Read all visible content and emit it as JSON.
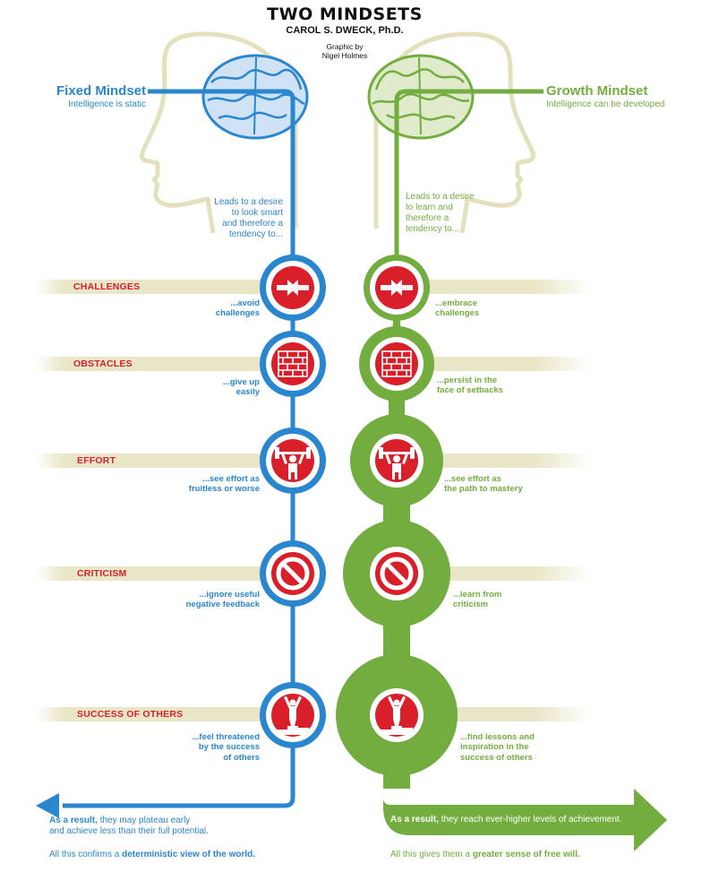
{
  "header": {
    "title": "TWO MINDSETS",
    "author": "CAROL S. DWECK, Ph.D.",
    "credit_line1": "Graphic by",
    "credit_line2": "Nigel Holmes"
  },
  "fixed": {
    "title": "Fixed Mindset",
    "subtitle": "Intelligence is static",
    "lead": [
      "Leads to a desire",
      "to look smart",
      "and therefore a",
      "tendency to..."
    ],
    "responses": [
      [
        "...avoid",
        "challenges"
      ],
      [
        "...give up",
        "easily"
      ],
      [
        "...see effort as",
        "fruitless or worse"
      ],
      [
        "...ignore useful",
        "negative feedback"
      ],
      [
        "...feel threatened",
        "by the success",
        "of others"
      ]
    ],
    "result_bold": "As a result,",
    "result_text1": " they may plateau early",
    "result_text2": "and achieve less than their full potential.",
    "conclusion_prefix": "All this confirms a ",
    "conclusion_bold": "deterministic view of the world."
  },
  "growth": {
    "title": "Growth Mindset",
    "subtitle": "Intelligence can be developed",
    "lead": [
      "Leads to a desire",
      "to learn and",
      "therefore a",
      "tendency to..."
    ],
    "responses": [
      [
        "...embrace",
        "challenges"
      ],
      [
        "...persist in the",
        "face of setbacks"
      ],
      [
        "...see effort as",
        "the path to mastery"
      ],
      [
        "...learn from",
        "criticism"
      ],
      [
        "...find lessons and",
        "inspiration in the",
        "success of others"
      ]
    ],
    "result_bold": "As a result,",
    "result_text": " they reach ever-higher levels of achievement.",
    "conclusion_prefix": "All this gives them a ",
    "conclusion_bold": "greater sense of free will."
  },
  "categories": [
    "CHALLENGES",
    "OBSTACLES",
    "EFFORT",
    "CRITICISM",
    "SUCCESS OF OTHERS"
  ],
  "icons": [
    "arrows-collide-icon",
    "brick-wall-icon",
    "weightlifter-icon",
    "prohibition-icon",
    "podium-winner-icon"
  ],
  "colors": {
    "fixed": "#2a86cf",
    "growth": "#73ad3f",
    "icon_red": "#d81f2a",
    "band": "#e9e6c8",
    "head": "#e4e0bd",
    "brain_fixed": "#cfe3f4",
    "brain_growth": "#dfebcb"
  }
}
